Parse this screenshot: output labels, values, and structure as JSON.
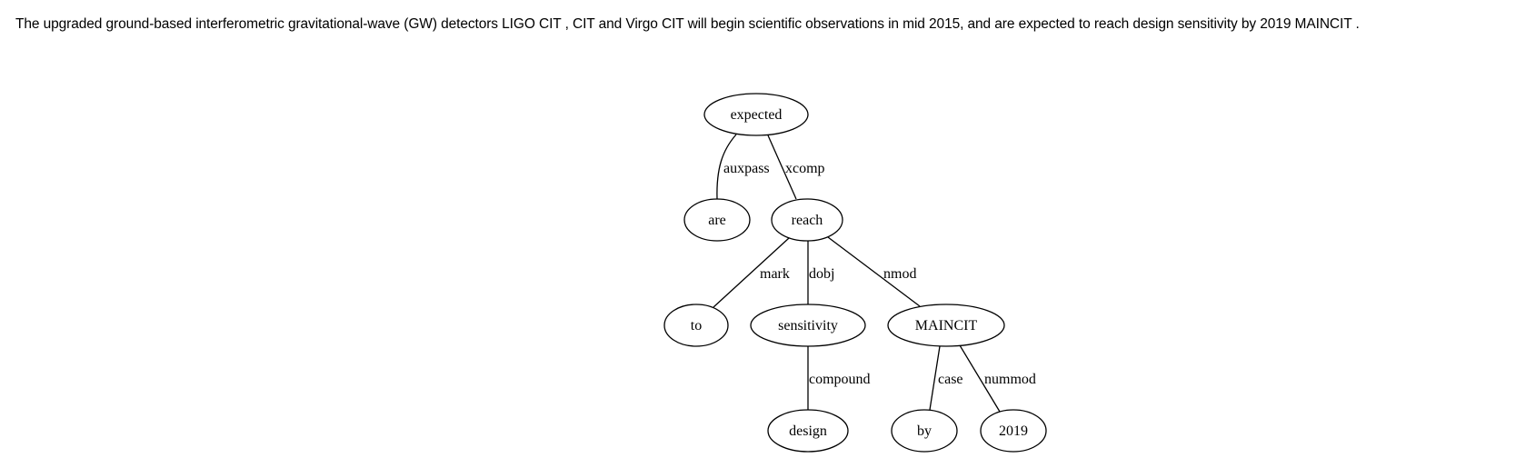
{
  "sentence": "The upgraded ground-based interferometric gravitational-wave (GW) detectors LIGO CIT , CIT and Virgo CIT will begin scientific observations in mid 2015, and are expected to reach design sensitivity by 2019 MAINCIT .",
  "tree": {
    "nodes": [
      {
        "id": "expected",
        "label": "expected"
      },
      {
        "id": "are",
        "label": "are"
      },
      {
        "id": "reach",
        "label": "reach"
      },
      {
        "id": "to",
        "label": "to"
      },
      {
        "id": "sensitivity",
        "label": "sensitivity"
      },
      {
        "id": "maincit",
        "label": "MAINCIT"
      },
      {
        "id": "design",
        "label": "design"
      },
      {
        "id": "by",
        "label": "by"
      },
      {
        "id": "n2019",
        "label": "2019"
      }
    ],
    "edges": [
      {
        "from": "expected",
        "to": "are",
        "label": "auxpass"
      },
      {
        "from": "expected",
        "to": "reach",
        "label": "xcomp"
      },
      {
        "from": "reach",
        "to": "to",
        "label": "mark"
      },
      {
        "from": "reach",
        "to": "sensitivity",
        "label": "dobj"
      },
      {
        "from": "reach",
        "to": "maincit",
        "label": "nmod"
      },
      {
        "from": "sensitivity",
        "to": "design",
        "label": "compound"
      },
      {
        "from": "maincit",
        "to": "by",
        "label": "case"
      },
      {
        "from": "maincit",
        "to": "n2019",
        "label": "nummod"
      }
    ]
  }
}
